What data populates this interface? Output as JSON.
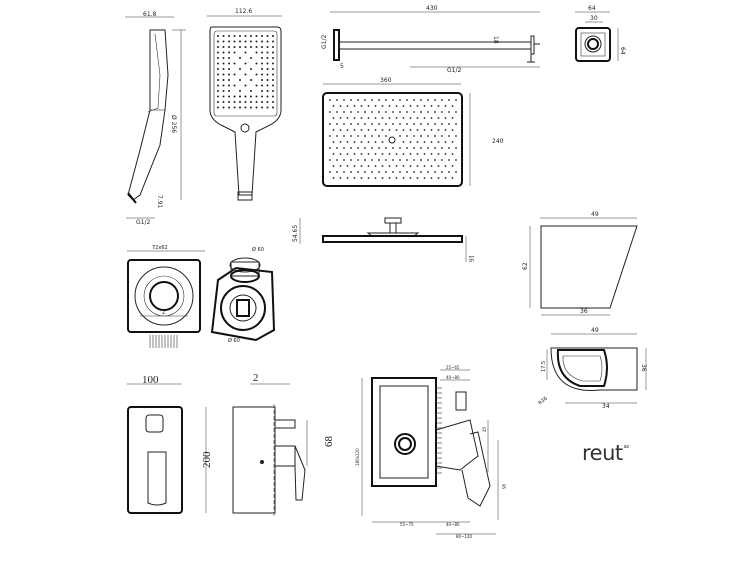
{
  "brand": {
    "name": "reut",
    "mark": "ax"
  },
  "hand_shower_side": {
    "width": "61.8",
    "height": "Ø 256",
    "dim1": "7.91",
    "thread": "G1/2"
  },
  "hand_shower_front": {
    "width": "112.6"
  },
  "shower_arm": {
    "length": "430",
    "thread_left": "G1/2",
    "dim_small": "5",
    "dim_right": "18",
    "thread_bottom": "G1/2"
  },
  "wall_connector": {
    "width": "64",
    "inner": "30",
    "height": "64"
  },
  "rain_shower_top": {
    "width": "360",
    "height": "240"
  },
  "rain_shower_side": {
    "height": "54.65",
    "thickness": "16"
  },
  "wall_outlet_front": {
    "width": "72x62",
    "small_dim": "2"
  },
  "wall_outlet_3d": {
    "top_label": "Ø 60",
    "bottom_label": "Ø 60"
  },
  "holder_side": {
    "top": "49",
    "height": "62",
    "bottom": "36"
  },
  "holder_top": {
    "top": "49",
    "left_dim": "17.5",
    "right_dim": "36",
    "bottom": "34",
    "radius": "R36"
  },
  "cover_plate": {
    "width": "100",
    "height": "200"
  },
  "mixer_side": {
    "thickness": "2",
    "height": "68"
  },
  "valve_body": {
    "dim_a": "25~65",
    "dim_b": "40~80",
    "height": "180x120",
    "dim_c": "55~75",
    "dim_d": "80~120",
    "dim_e": "45",
    "dim_f": "95"
  }
}
